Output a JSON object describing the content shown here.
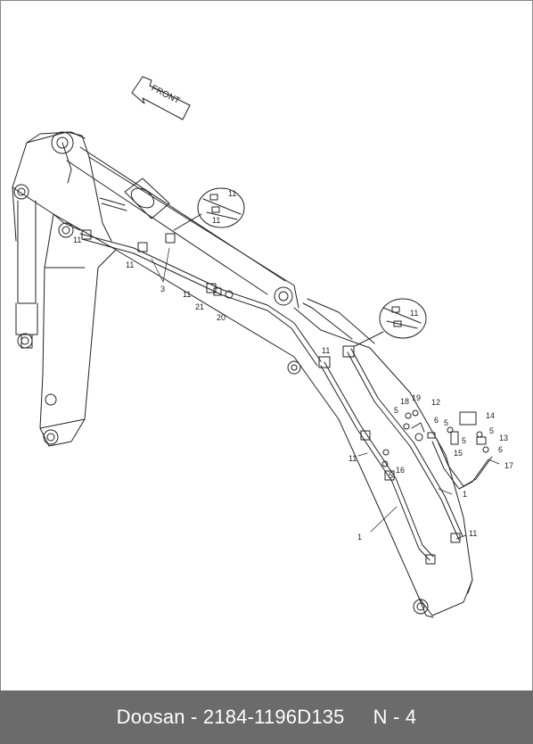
{
  "direction_label": "FRONT",
  "callouts": [
    "1",
    "3",
    "5",
    "6",
    "11",
    "12",
    "13",
    "14",
    "15",
    "16",
    "17",
    "18",
    "19",
    "20",
    "21"
  ],
  "footer": {
    "title": "Doosan - 2184-1196D135",
    "page": "N - 4"
  },
  "colors": {
    "footer_bg": "#6b6b6b",
    "line": "#222222"
  }
}
